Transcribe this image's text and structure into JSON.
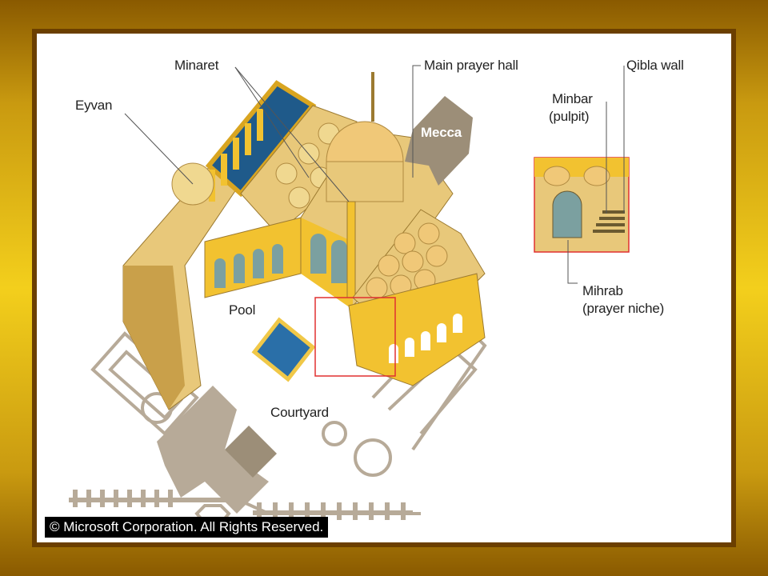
{
  "labels": {
    "eyvan": "Eyvan",
    "minaret": "Minaret",
    "main_prayer_hall": "Main prayer hall",
    "qibla_wall": "Qibla wall",
    "minbar_line1": "Minbar",
    "minbar_line2": "(pulpit)",
    "mecca": "Mecca",
    "pool": "Pool",
    "courtyard": "Courtyard",
    "mihrab_line1": "Mihrab",
    "mihrab_line2": "(prayer niche)"
  },
  "copyright": "© Microsoft Corporation. All Rights Reserved.",
  "colors": {
    "wall_tan": "#e8c87a",
    "roof_light": "#f0d890",
    "wall_shadow": "#c9a04a",
    "gold_accent": "#f2c230",
    "water_blue": "#1f5a8a",
    "plan_gray": "#b7aa98",
    "arrow_gray": "#9c8e78",
    "highlight_red": "#e03030",
    "frame_brown": "#6b3f00"
  }
}
